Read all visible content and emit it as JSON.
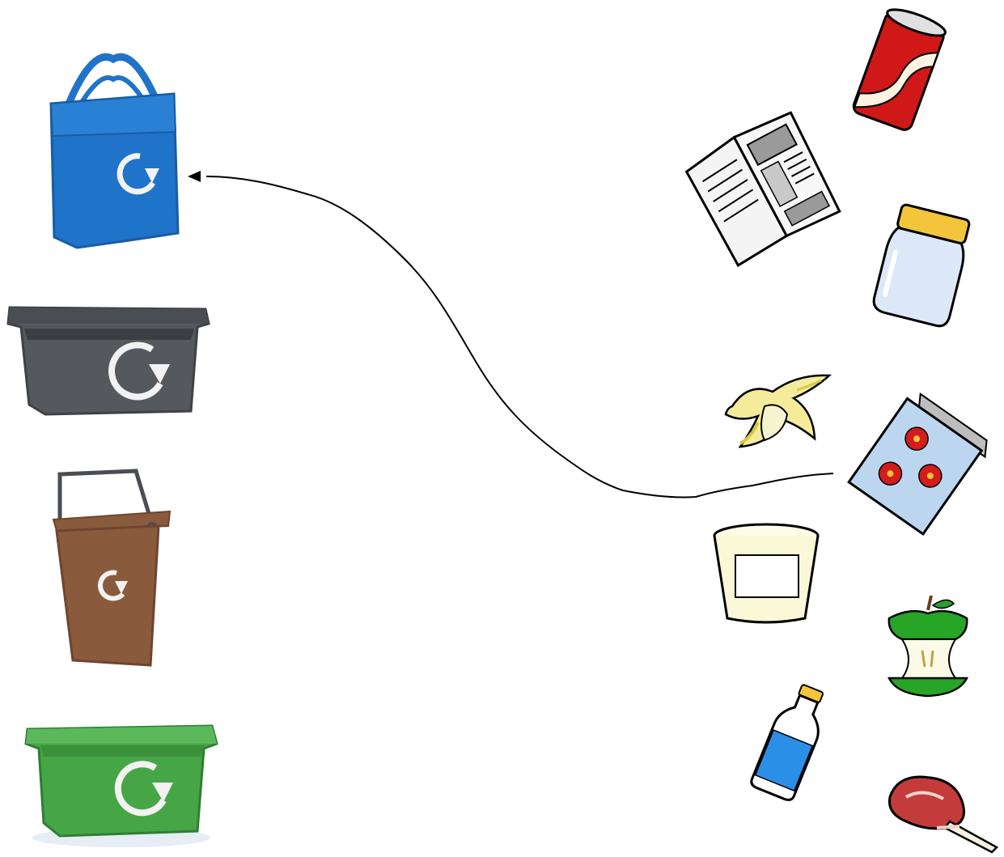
{
  "colors": {
    "blue_bag": "#1f73c9",
    "grey_box": "#55585c",
    "brown_bin": "#8a5a3c",
    "green_box": "#46a646",
    "recycle_symbol": "#f2f2f2",
    "line": "#000000"
  },
  "bins": [
    {
      "name": "blue-recycling-bag",
      "icon": "recycle-icon"
    },
    {
      "name": "grey-recycling-box",
      "icon": "recycle-icon"
    },
    {
      "name": "brown-food-caddy",
      "icon": "recycle-icon"
    },
    {
      "name": "green-recycling-box",
      "icon": "recycle-icon"
    }
  ],
  "items": [
    {
      "name": "drink-can"
    },
    {
      "name": "newspaper"
    },
    {
      "name": "glass-jar"
    },
    {
      "name": "banana-peel"
    },
    {
      "name": "greeting-card"
    },
    {
      "name": "yoghurt-pot"
    },
    {
      "name": "apple-core"
    },
    {
      "name": "plastic-bottle"
    },
    {
      "name": "meat-chop"
    }
  ],
  "matching_line": {
    "from": "greeting-card",
    "to": "blue-recycling-bag"
  }
}
